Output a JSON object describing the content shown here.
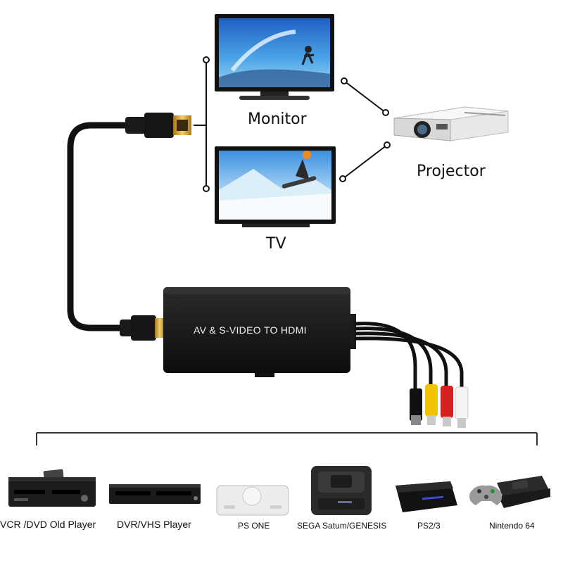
{
  "converter": {
    "label": "AV & S-VIDEO TO HDMI"
  },
  "outputs": {
    "monitor": "Monitor",
    "tv": "TV",
    "projector": "Projector"
  },
  "sources": [
    {
      "label": "VCR /DVD Old Player"
    },
    {
      "label": "DVR/VHS Player"
    },
    {
      "label": "PS ONE"
    },
    {
      "label": "SEGA Satum/GENESIS"
    },
    {
      "label": "PS2/3"
    },
    {
      "label": "Nintendo 64"
    }
  ],
  "colors": {
    "cable": "#111111",
    "hdmi_gold": "#d4a23c",
    "rca_yellow": "#f2c200",
    "rca_red": "#d52020",
    "rca_white": "#f2f2f2",
    "screen_blue": "#2b7fd6"
  }
}
